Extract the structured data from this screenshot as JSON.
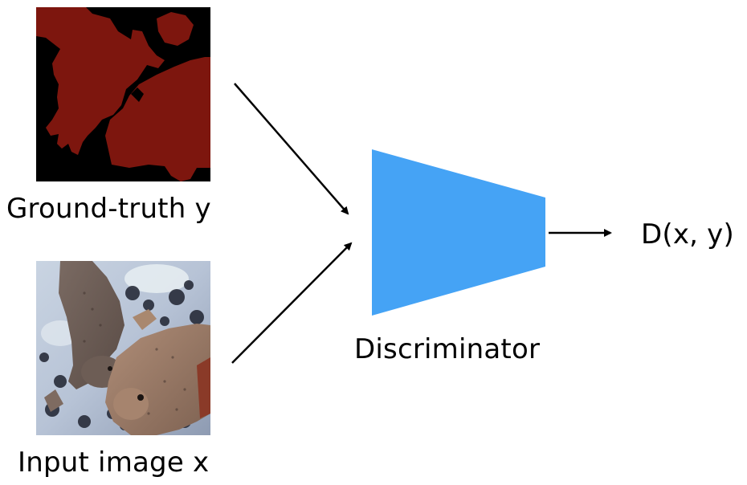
{
  "diagram": {
    "ground_truth": {
      "label": "Ground-truth y",
      "image": "segmentation-mask",
      "colors": {
        "background": "#000000",
        "mask": "#7d160e"
      }
    },
    "input": {
      "label": "Input image x",
      "image": "newt-photo"
    },
    "discriminator": {
      "label": "Discriminator",
      "color": "#45a3f5"
    },
    "output": {
      "label": "D(x, y)"
    },
    "arrow_color": "#000000"
  }
}
